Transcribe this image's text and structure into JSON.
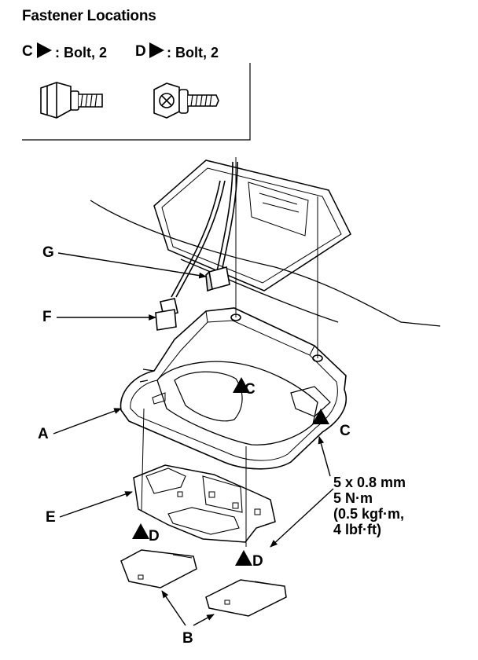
{
  "legend": {
    "title": "Fastener Locations",
    "items": [
      {
        "letter": "C",
        "text": ": Bolt, 2"
      },
      {
        "letter": "D",
        "text": ": Bolt, 2"
      }
    ]
  },
  "callouts": {
    "G": "G",
    "F": "F",
    "A": "A",
    "E": "E",
    "B": "B",
    "C1": "C",
    "C2": "C",
    "D1": "D",
    "D2": "D"
  },
  "spec": {
    "line1": "5 x 0.8 mm",
    "line2": "5 N·m",
    "line3": "(0.5 kgf·m,",
    "line4": "4 lbf·ft)"
  }
}
